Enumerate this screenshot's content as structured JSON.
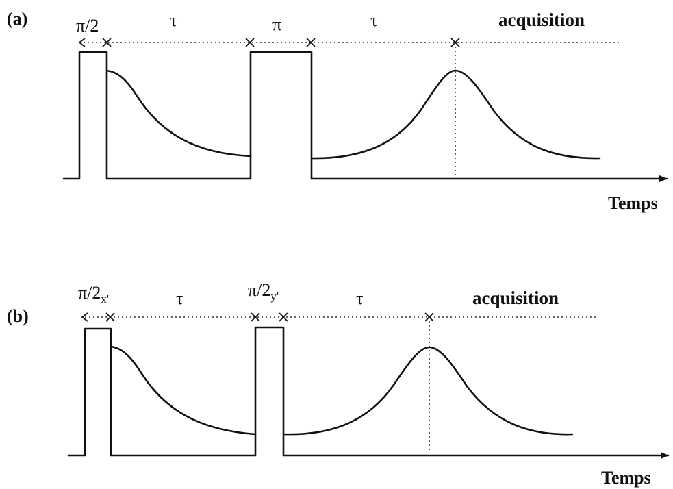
{
  "panel_a": {
    "label": "(a)",
    "pulse1": "π/2",
    "delay1": "τ",
    "pulse2": "π",
    "delay2": "τ",
    "acquisition": "acquisition",
    "axis_label": "Temps"
  },
  "panel_b": {
    "label": "(b)",
    "pulse1_main": "π/2",
    "pulse1_sub": "x'",
    "delay1": "τ",
    "pulse2_main": "π/2",
    "pulse2_sub": "y'",
    "delay2": "τ",
    "acquisition": "acquisition",
    "axis_label": "Temps"
  },
  "colors": {
    "ink": "#111111",
    "background": "#ffffff"
  }
}
